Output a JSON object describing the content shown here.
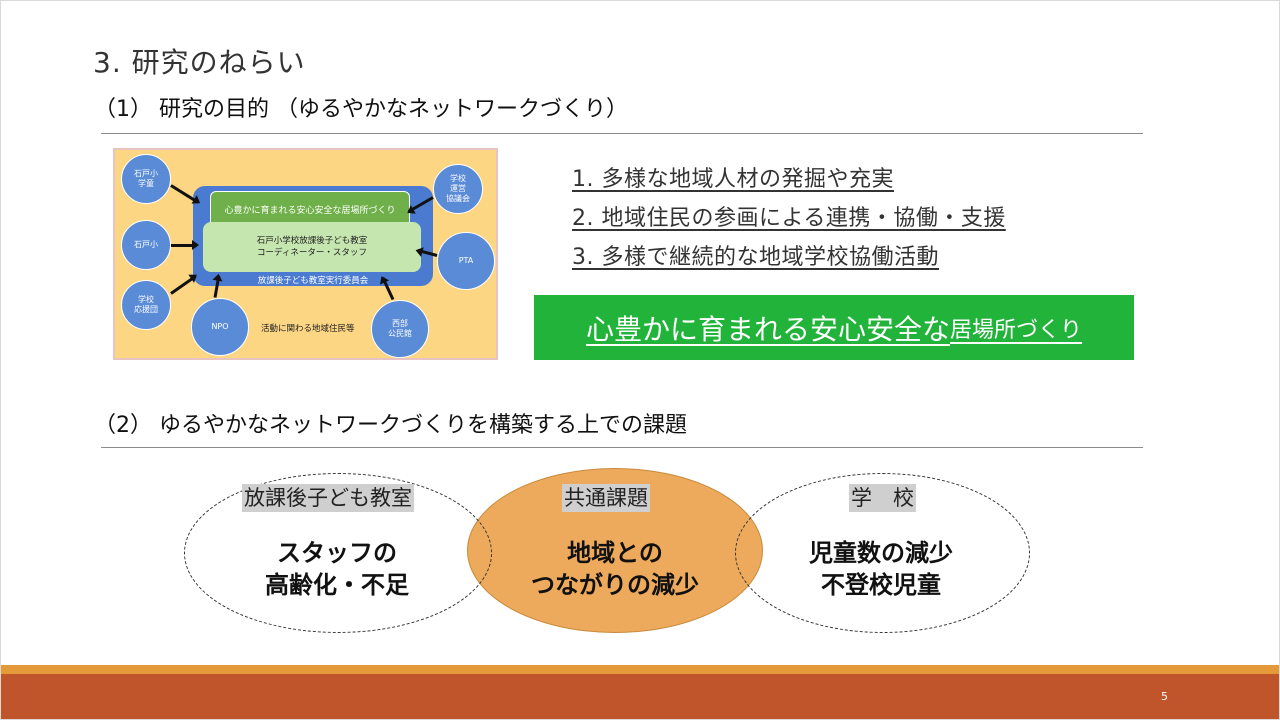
{
  "slide": {
    "title": "3. 研究のねらい",
    "section1": "（1） 研究の目的 （ゆるやかなネットワークづくり）",
    "section2": "（2） ゆるやかなネットワークづくりを構築する上での課題",
    "page_number": "5"
  },
  "diagram": {
    "inner_top": "心豊かに育まれる安心安全な居場所づくり",
    "inner_mid_line1": "石戸小学校放課後子ども教室",
    "inner_mid_line2": "コーディネーター・スタッフ",
    "inner_bottom": "放課後子ども教室実行委員会",
    "residents": "活動に関わる地域住民等",
    "nodes": {
      "gakudo": "石戸小\n学童",
      "ishido": "石戸小",
      "ouendan": "学校\n応援団",
      "npo": "NPO",
      "unei": "学校\n運営\n協議会",
      "pta": "PTA",
      "kouminkan": "西部\n公民館"
    }
  },
  "goals": [
    "1.  多様な地域人材の発掘や充実",
    "2.  地域住民の参画による連携・協働・支援",
    "3.  多様で継続的な地域学校協働活動"
  ],
  "banner": {
    "main": "心豊かに育まれる安心安全な",
    "small": "居場所づくり"
  },
  "venn": {
    "left_tag": "放課後子ども教室",
    "left_line1": "スタッフの",
    "left_line2": "高齢化・不足",
    "mid_tag": "共通課題",
    "mid_line1": "地域との",
    "mid_line2": "つながりの減少",
    "right_tag": "学　校",
    "right_line1": "児童数の減少",
    "right_line2": "不登校児童"
  },
  "colors": {
    "banner_green": "#22b33a",
    "common_orange": "#edaa5c",
    "footer_brown": "#c0542a",
    "footer_orange": "#e49a39"
  }
}
